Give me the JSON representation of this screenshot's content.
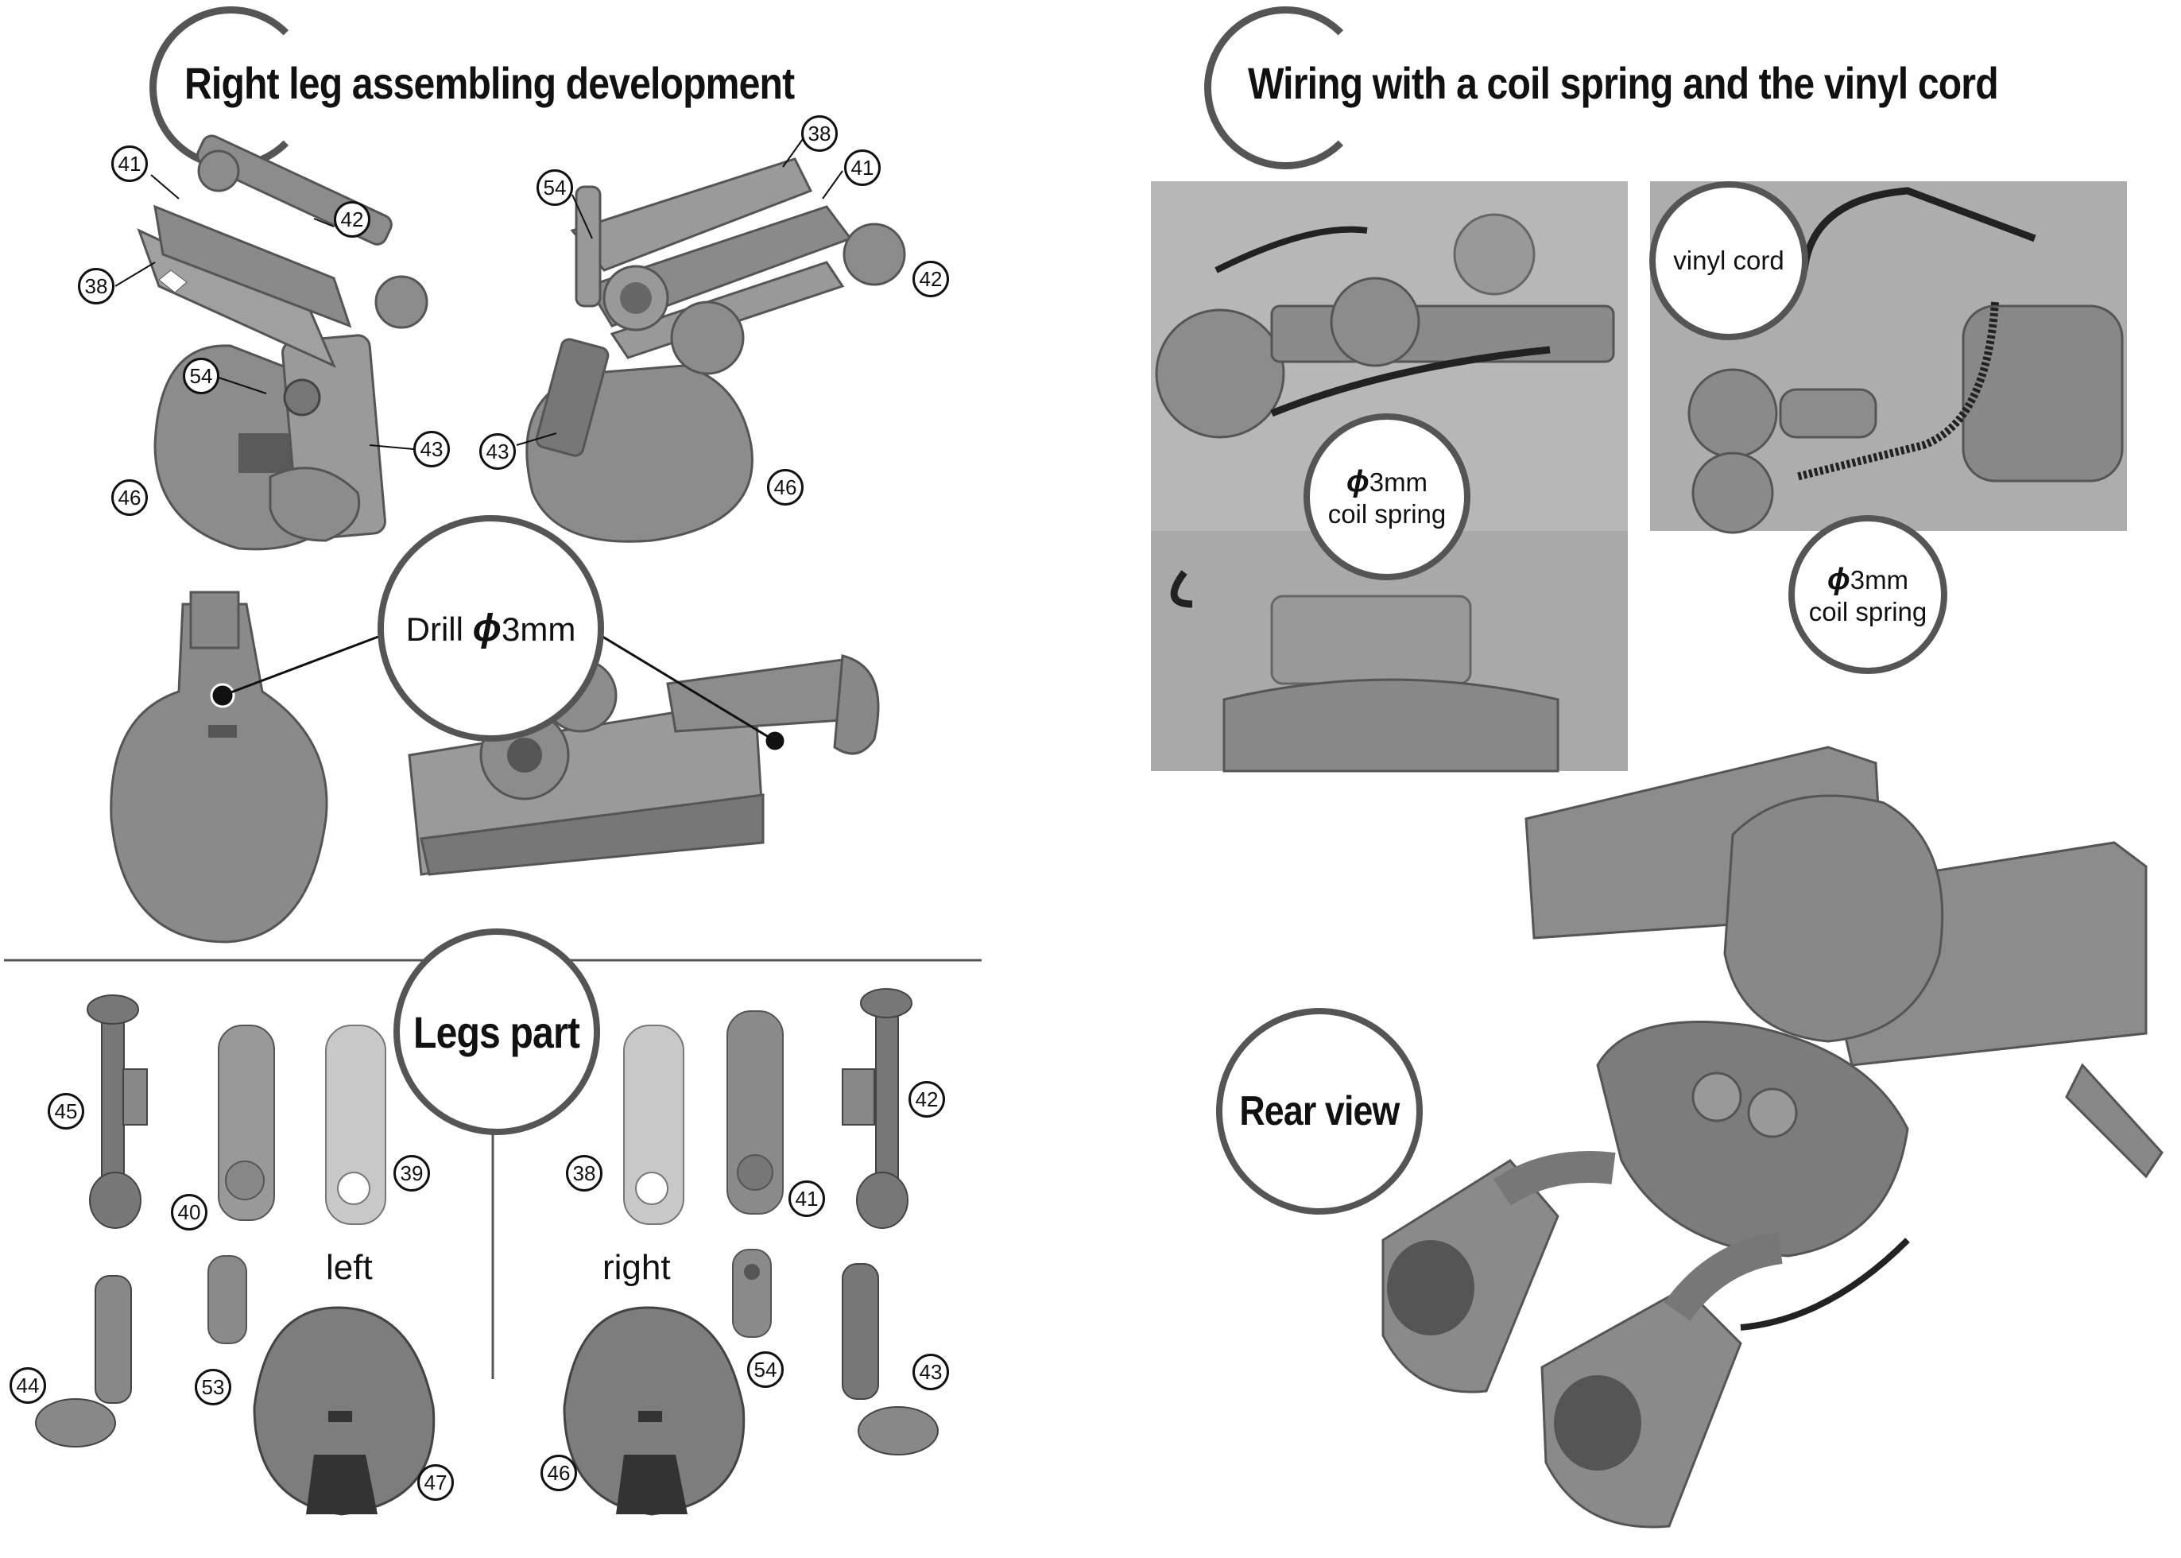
{
  "sections": {
    "right_leg_title": "Right leg assembling development",
    "wiring_title": "Wiring with a coil spring and the vinyl cord",
    "legs_part_title": "Legs part",
    "rear_view_title": "Rear view"
  },
  "callouts": {
    "drill": "Drill",
    "drill_size": "3mm",
    "coil_size_a": "3mm",
    "coil_label_a": "coil spring",
    "coil_size_b": "3mm",
    "coil_label_b": "coil spring",
    "vinyl_cord": "vinyl cord",
    "phi_symbol": "ϕ"
  },
  "side_labels": {
    "left": "left",
    "right": "right"
  },
  "part_numbers": {
    "p41a": "41",
    "p42a": "42",
    "p38a": "38",
    "p54a": "54",
    "p43a": "43",
    "p46a": "46",
    "p38b": "38",
    "p41b": "41",
    "p54b": "54",
    "p42b": "42",
    "p43b": "43",
    "p46b": "46",
    "p45": "45",
    "p40": "40",
    "p39": "39",
    "p38c": "38",
    "p41c": "41",
    "p42c": "42",
    "p44": "44",
    "p53": "53",
    "p47": "47",
    "p46c": "46",
    "p54c": "54",
    "p43c": "43"
  },
  "colors": {
    "accent_ring": "#555555",
    "part_gray": "#8c8c8c",
    "dark_gray": "#5a5a5a"
  }
}
